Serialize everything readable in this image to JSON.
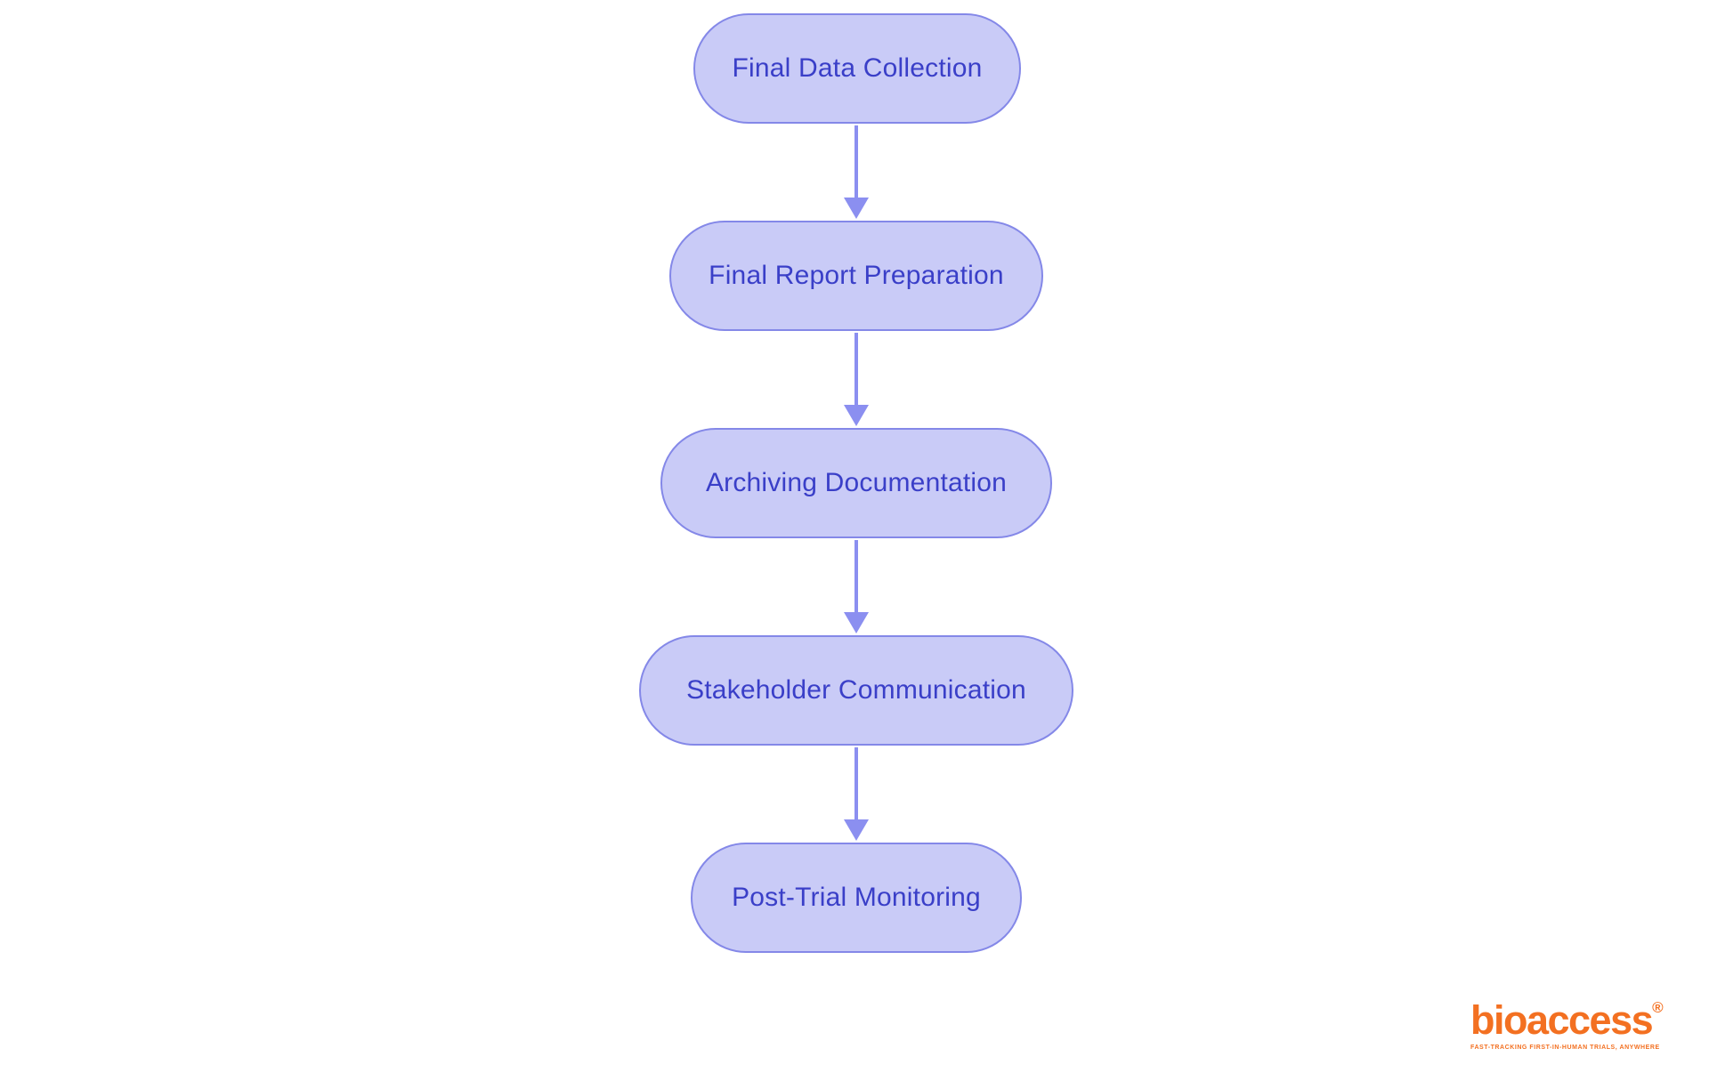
{
  "flowchart": {
    "type": "vertical-process-flow",
    "nodes": [
      {
        "label": "Final Data Collection"
      },
      {
        "label": "Final Report Preparation"
      },
      {
        "label": "Archiving Documentation"
      },
      {
        "label": "Stakeholder Communication"
      },
      {
        "label": "Post-Trial Monitoring"
      }
    ],
    "connections": [
      {
        "from": "Final Data Collection",
        "to": "Final Report Preparation"
      },
      {
        "from": "Final Report Preparation",
        "to": "Archiving Documentation"
      },
      {
        "from": "Archiving Documentation",
        "to": "Stakeholder Communication"
      },
      {
        "from": "Stakeholder Communication",
        "to": "Post-Trial Monitoring"
      }
    ],
    "colors": {
      "node_fill": "#c9cbf7",
      "node_border": "#8488e8",
      "node_text": "#3a3fc8",
      "arrow": "#8b8ff0",
      "background": "#ffffff"
    }
  },
  "branding": {
    "logo_text": "bioaccess",
    "registered_mark": "®",
    "tagline": "FAST-TRACKING FIRST-IN-HUMAN TRIALS, ANYWHERE",
    "logo_color": "#f37021"
  }
}
